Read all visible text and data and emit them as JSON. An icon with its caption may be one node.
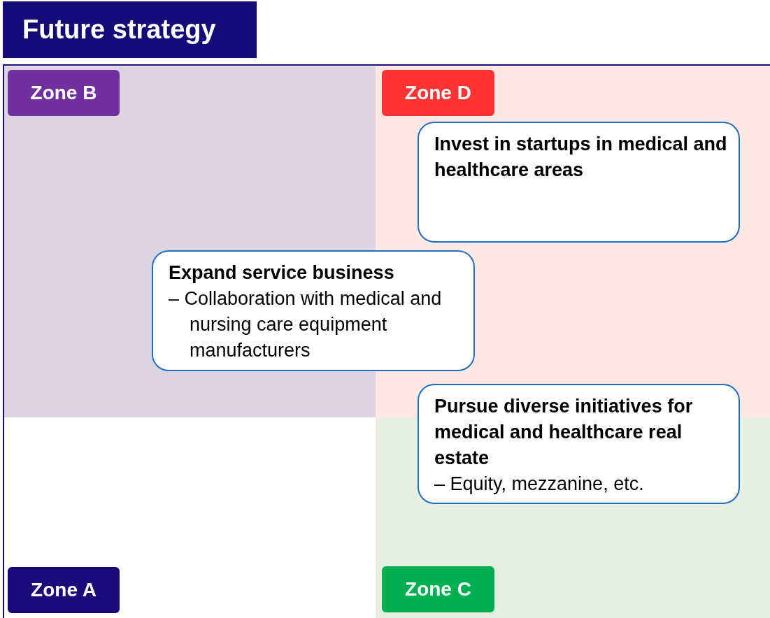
{
  "diagram": {
    "title": "Future strategy",
    "nodes": [
      {
        "text": [
          "Zone B"
        ]
      },
      {
        "text": [
          "Zone D"
        ]
      },
      {
        "text": [
          "Invest in startups in medical and healthcare areas"
        ]
      },
      {
        "text": [
          "Expand service business",
          "– Collaboration with medical and nursing care equipment manufacturers"
        ]
      },
      {
        "text": [
          "Pursue diverse initiatives for medical and healthcare real estate",
          "– Equity, mezzanine, etc."
        ]
      },
      {
        "text": [
          "Zone A"
        ]
      },
      {
        "text": [
          "Zone C"
        ]
      }
    ],
    "edges": []
  }
}
